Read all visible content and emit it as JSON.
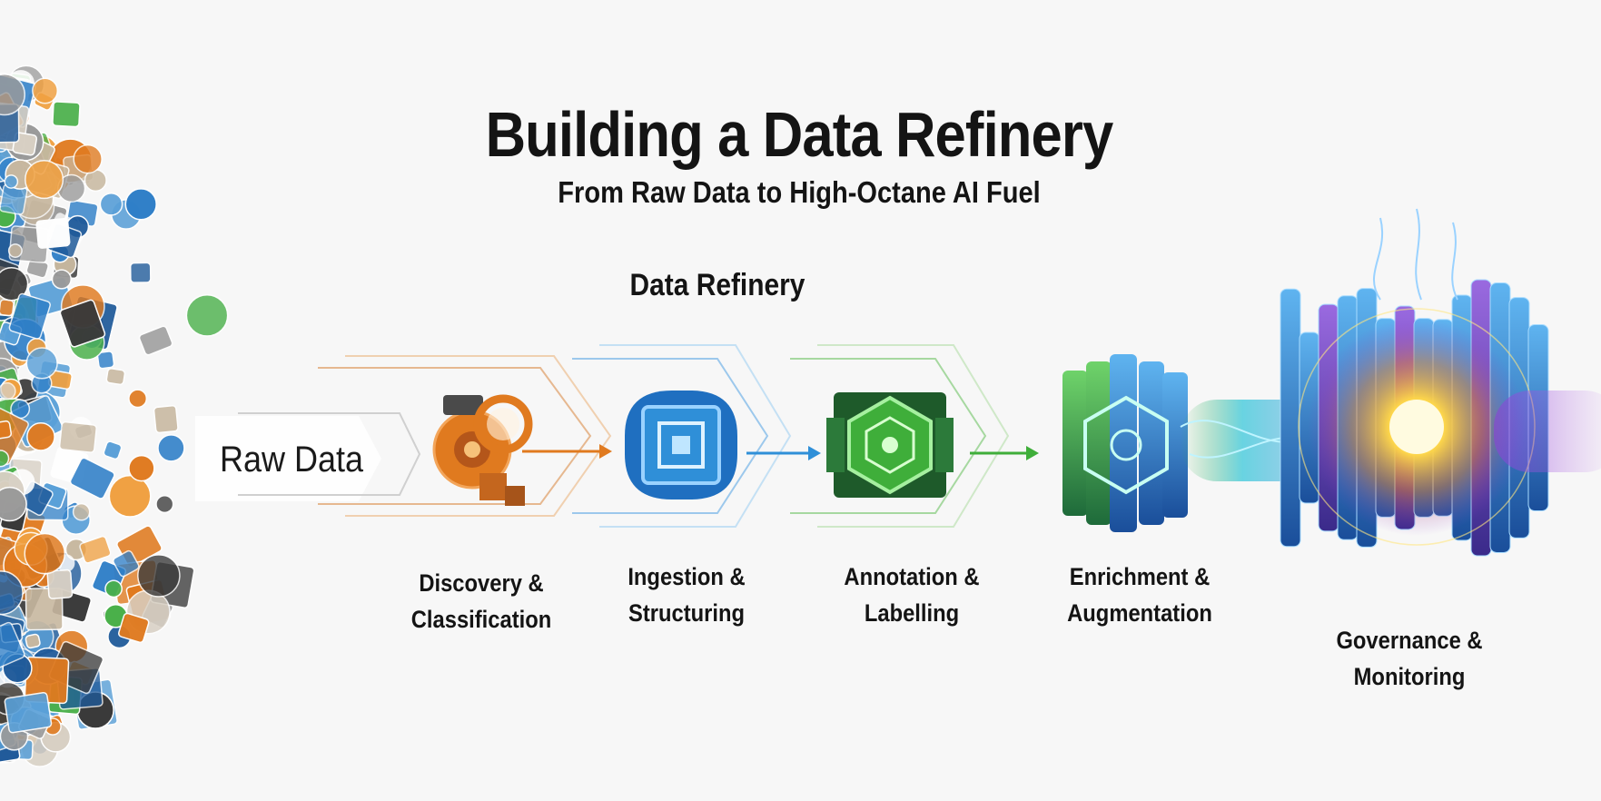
{
  "title": "Building a Data Refinery",
  "subtitle": "From Raw Data to High-Octane AI Fuel",
  "section_label": "Data Refinery",
  "input": {
    "label": "Raw Data"
  },
  "stages": [
    {
      "line1": "Discovery &",
      "line2": "Classification",
      "color": "#e07a1f",
      "icon": "gear-lens-icon"
    },
    {
      "line1": "Ingestion &",
      "line2": "Structuring",
      "color": "#2f8fd8",
      "icon": "scan-frame-icon"
    },
    {
      "line1": "Annotation &",
      "line2": "Labelling",
      "color": "#3fae3a",
      "icon": "tag-hexagon-icon"
    },
    {
      "line1": "Enrichment &",
      "line2": "Augmentation",
      "color": "#2f9a4a",
      "icon": "data-stack-icon"
    },
    {
      "line1": "Governance &",
      "line2": "Monitoring",
      "color": "#7a3fd0",
      "icon": "ai-core-icon"
    }
  ],
  "colors": {
    "orange": "#e07a1f",
    "blue": "#2f8fd8",
    "green": "#3fae3a",
    "purple": "#8a3fd8",
    "glow": "#ffd84a"
  }
}
